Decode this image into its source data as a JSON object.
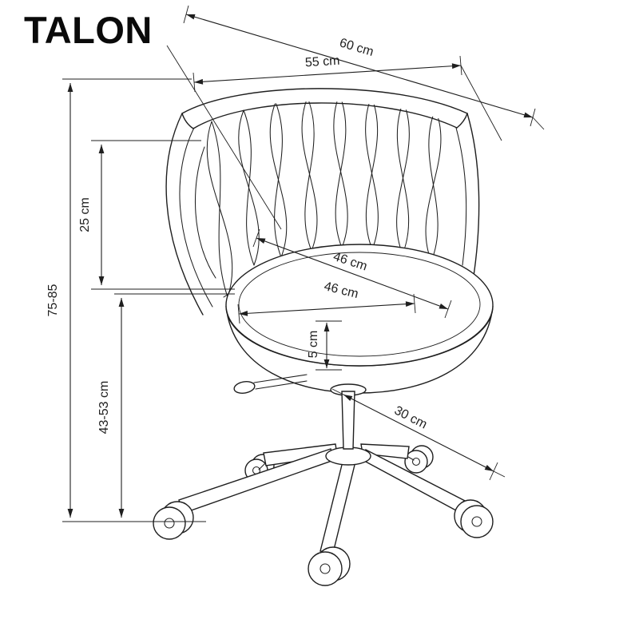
{
  "title": "TALON",
  "diagram": {
    "type": "furniture-dimension-drawing",
    "product": "office swivel chair",
    "dimensions": {
      "overall_width": "60 cm",
      "backrest_width": "55 cm",
      "backrest_height": "25 cm",
      "overall_height": "75-85",
      "seat_height": "43-53 cm",
      "seat_width": "46 cm",
      "seat_depth": "46 cm",
      "seat_thickness": "5 cm",
      "base_radius": "30 cm"
    }
  },
  "colors": {
    "line": "#1f1f1f",
    "background": "#ffffff"
  }
}
